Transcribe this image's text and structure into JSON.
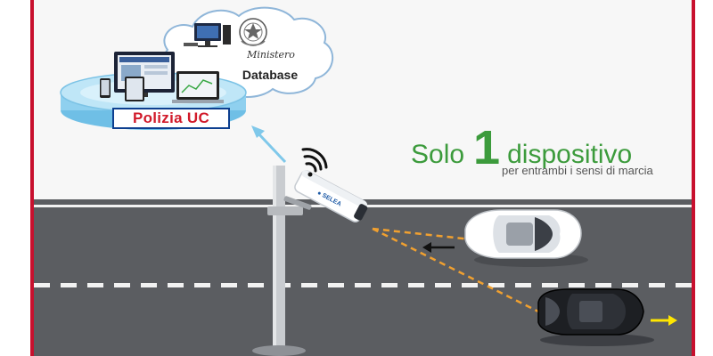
{
  "cloud": {
    "ministry_text": "Ministero",
    "database_label": "Database",
    "emblem_icon": "italian-republic-emblem-icon"
  },
  "platform": {
    "label": "Polizia UC"
  },
  "headline": {
    "solo": "Solo",
    "number": "1",
    "dispositivo": "dispositivo",
    "subtitle": "per entrambi i sensi di marcia"
  },
  "device": {
    "brand": "● SELEA"
  },
  "colors": {
    "frame_border": "#c8102e",
    "road": "#5b5d61",
    "headline_green": "#3c9b3c",
    "beam_orange": "#f0a030",
    "arrow_yellow": "#ffe600",
    "upload_arrow": "#7fc8ea",
    "label_red": "#d11a2a",
    "label_border": "#0d3f8f"
  }
}
